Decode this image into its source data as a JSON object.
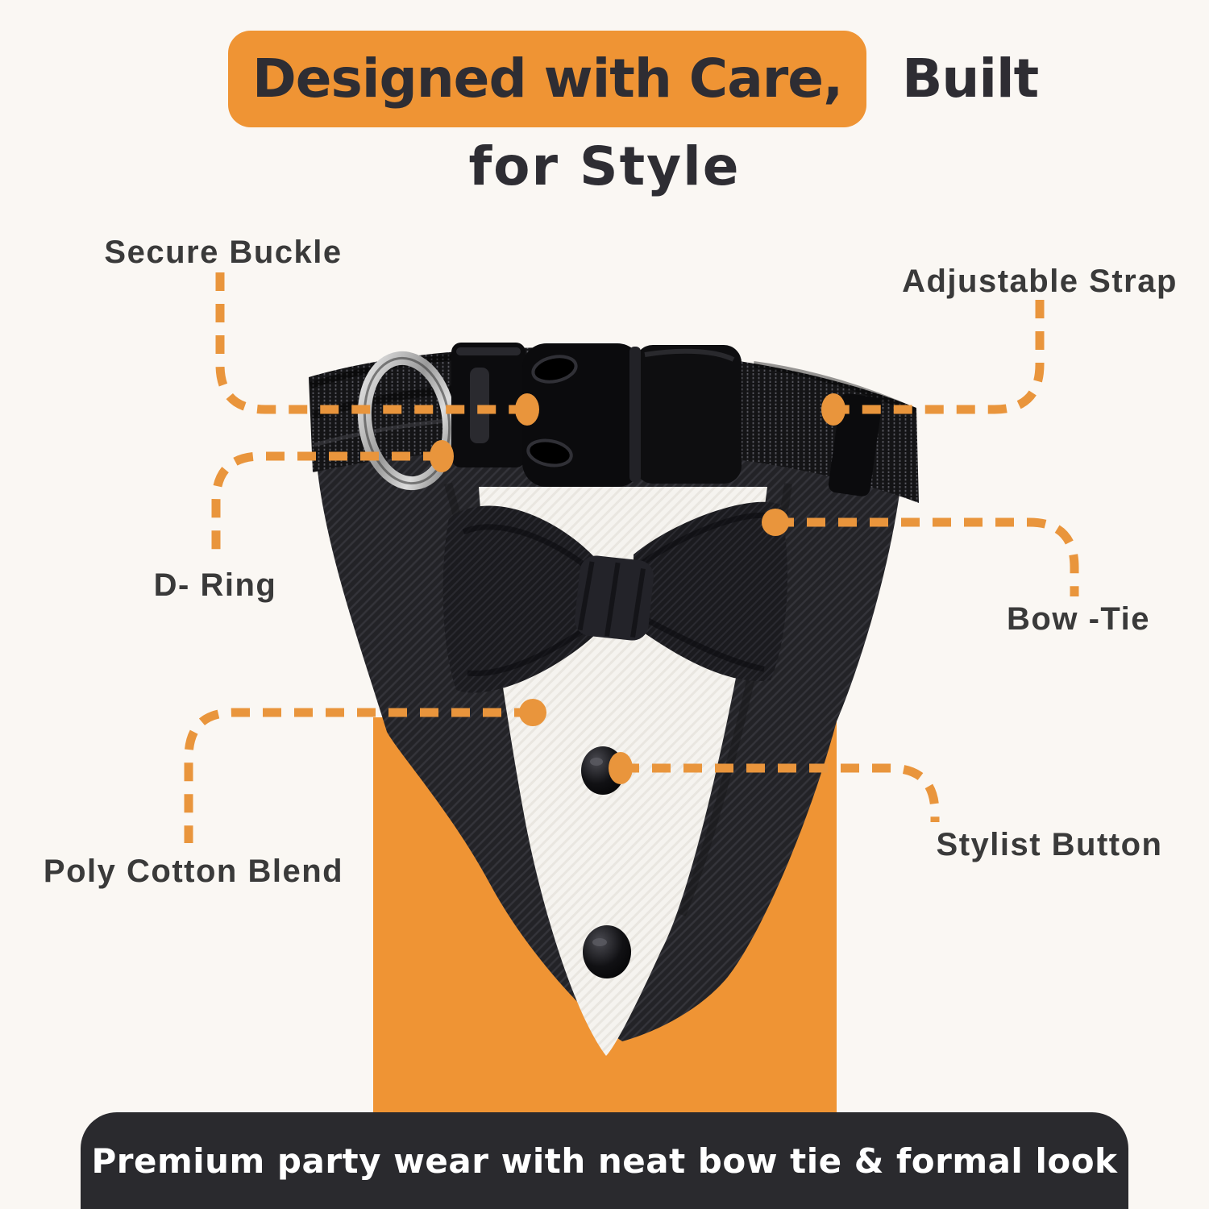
{
  "title": {
    "highlight": "Designed with Care,",
    "rest": "Built",
    "line2": "for Style"
  },
  "callouts": [
    {
      "id": "secure-buckle",
      "label": "Secure Buckle"
    },
    {
      "id": "adjustable-strap",
      "label": "Adjustable Strap"
    },
    {
      "id": "d-ring",
      "label": "D- Ring"
    },
    {
      "id": "bow-tie",
      "label": "Bow -Tie"
    },
    {
      "id": "poly-cotton-blend",
      "label": "Poly Cotton Blend"
    },
    {
      "id": "stylist-button",
      "label": "Stylist Button"
    }
  ],
  "footer": {
    "text": "Premium party wear with neat bow tie & formal look"
  },
  "product": {
    "name": "dog-tuxedo-bandana-collar",
    "parts": [
      "collar-strap",
      "buckle",
      "d-ring",
      "tri-glide-slider",
      "bandana",
      "shirt-front",
      "bow-tie",
      "buttons"
    ]
  },
  "colors": {
    "accent_orange": "#EF9434",
    "callout_line_orange": "#E9953C",
    "title_text": "#2E2D33",
    "label_text": "#3A3A3A",
    "footer_background": "#2A2A2E",
    "footer_text": "#FFFFFF",
    "page_background": "#FAF7F3",
    "fabric_black": "#232327",
    "shirt_white": "#F5F3EF"
  }
}
